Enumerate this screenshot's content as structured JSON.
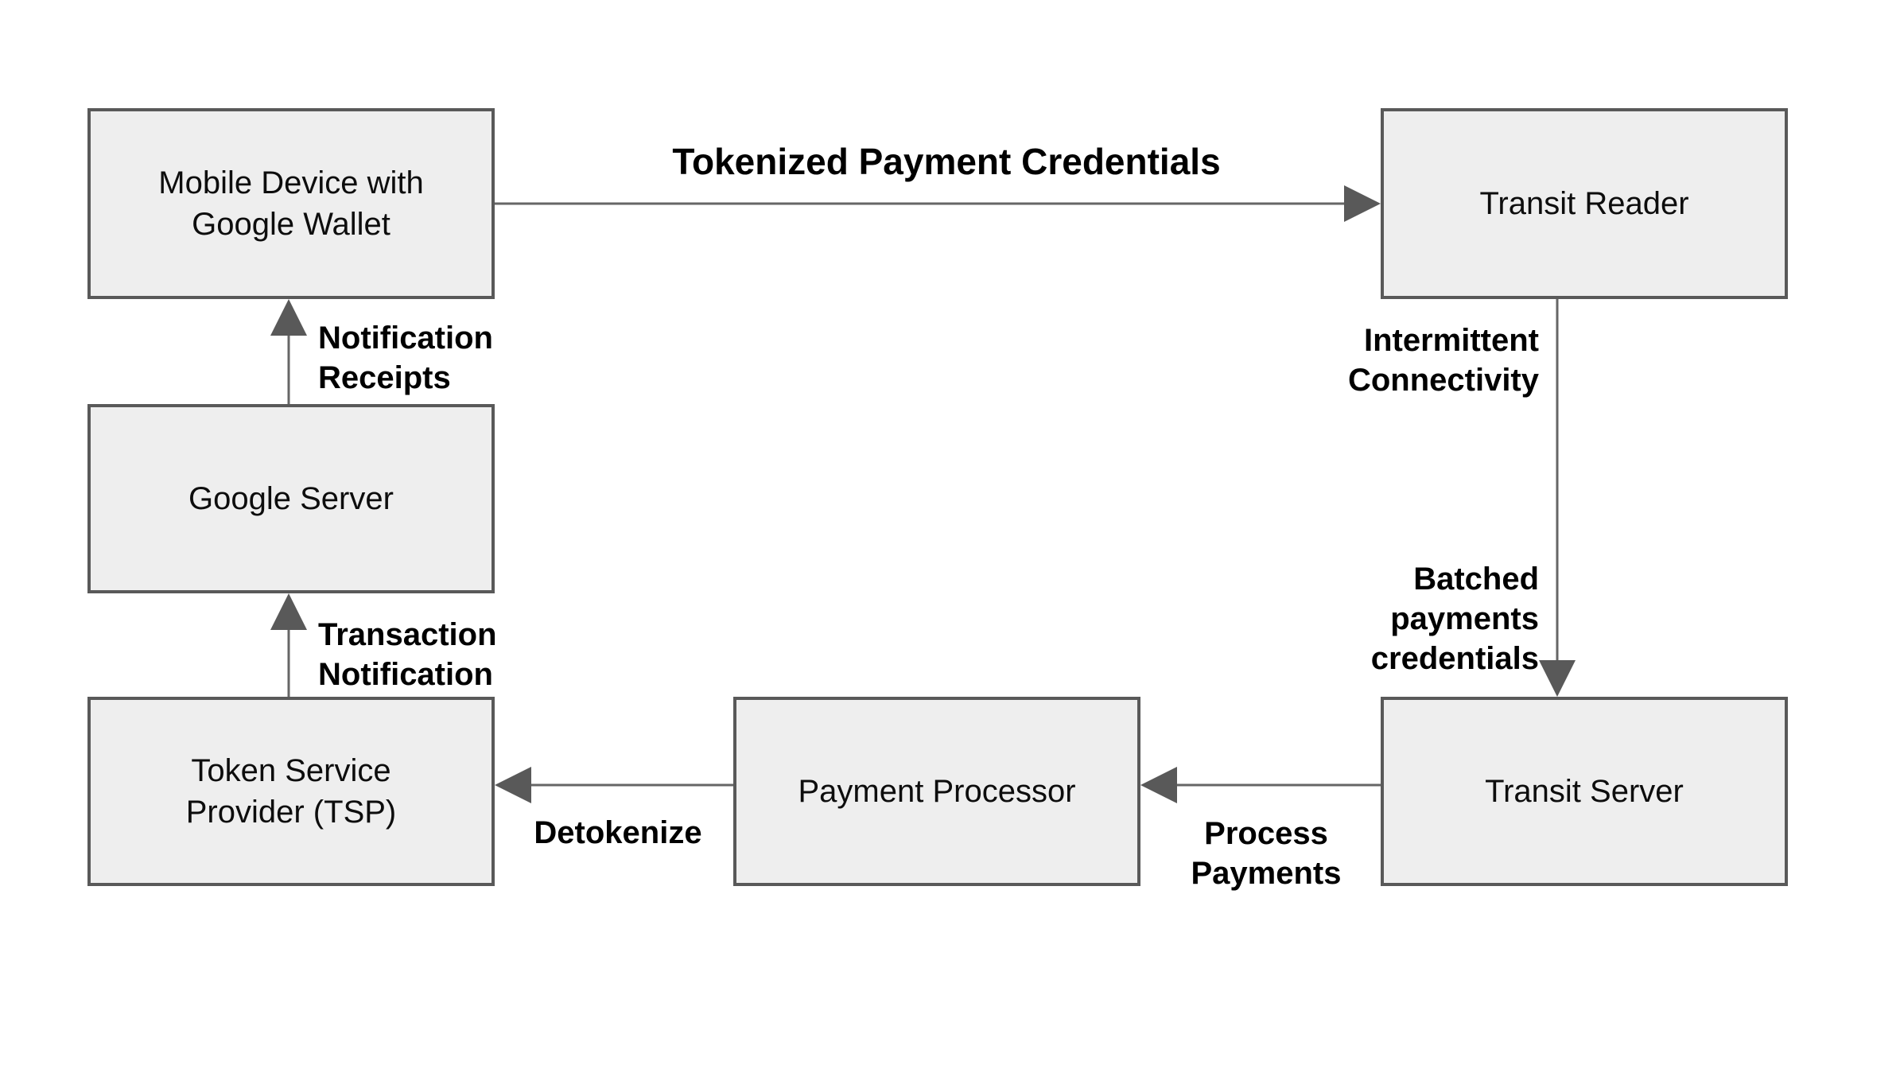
{
  "diagram": {
    "nodes": {
      "mobile_device": {
        "label": "Mobile Device with Google Wallet"
      },
      "transit_reader": {
        "label": "Transit Reader"
      },
      "google_server": {
        "label": "Google Server"
      },
      "tsp": {
        "label": "Token Service Provider (TSP)"
      },
      "payment_processor": {
        "label": "Payment Processor"
      },
      "transit_server": {
        "label": "Transit Server"
      }
    },
    "edges": {
      "tokenized": {
        "label": "Tokenized Payment Credentials",
        "from": "mobile_device",
        "to": "transit_reader"
      },
      "intermittent": {
        "label": "Intermittent Connectivity",
        "from": "transit_reader",
        "to": "transit_server"
      },
      "batched": {
        "label": "Batched payments credentials",
        "from": "transit_reader",
        "to": "transit_server"
      },
      "process": {
        "label": "Process Payments",
        "from": "transit_server",
        "to": "payment_processor"
      },
      "detokenize": {
        "label": "Detokenize",
        "from": "payment_processor",
        "to": "tsp"
      },
      "transaction": {
        "label": "Transaction Notification",
        "from": "tsp",
        "to": "google_server"
      },
      "notification": {
        "label": "Notification Receipts",
        "from": "google_server",
        "to": "mobile_device"
      }
    },
    "colors": {
      "background": "#ffffff",
      "node_fill": "#eeeeee",
      "node_border": "#595959",
      "arrow": "#666666",
      "label_text": "#000000"
    }
  }
}
